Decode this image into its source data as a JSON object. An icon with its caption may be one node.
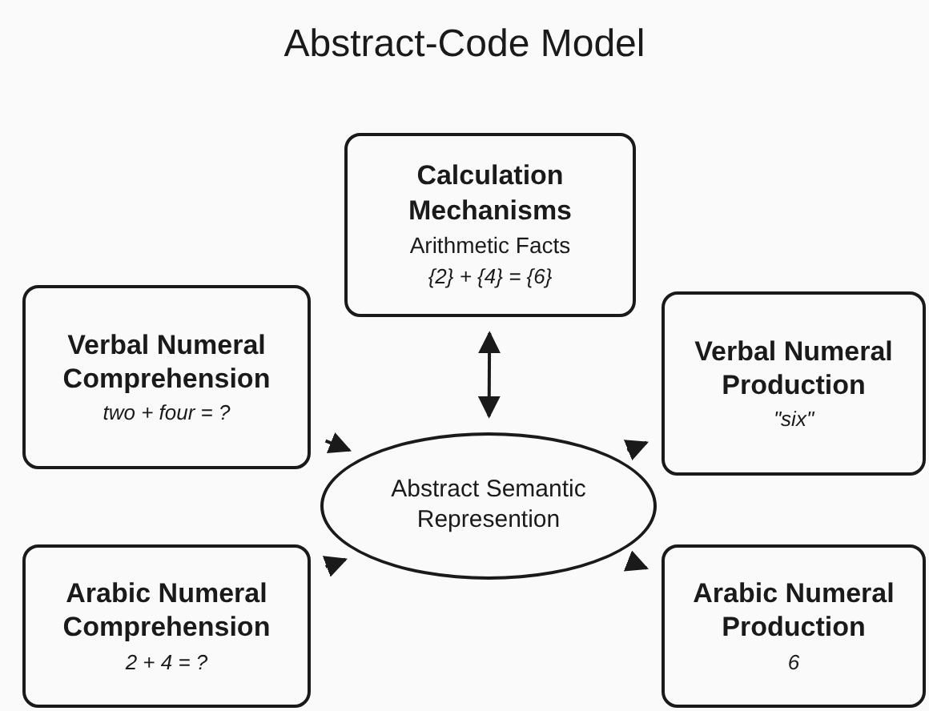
{
  "diagram": {
    "title": "Abstract-Code Model",
    "nodes": [
      {
        "text": [
          "Calculation Mechanisms",
          "Arithmetic Facts",
          "{2} + {4} = {6}"
        ]
      },
      {
        "text": [
          "Verbal Numeral Comprehension",
          "two + four = ?"
        ]
      },
      {
        "text": [
          "Verbal Numeral Production",
          "\"six\""
        ]
      },
      {
        "text": [
          "Abstract Semantic Represention"
        ]
      },
      {
        "text": [
          "Arabic Numeral Comprehension",
          "2 + 4 = ?"
        ]
      },
      {
        "text": [
          "Arabic Numeral Production",
          "6"
        ]
      }
    ],
    "edges": [
      {
        "from": 0,
        "to": 3,
        "arrow": "both"
      },
      {
        "from": 1,
        "to": 3,
        "arrow": "to"
      },
      {
        "from": 3,
        "to": 2,
        "arrow": "to"
      },
      {
        "from": 4,
        "to": 3,
        "arrow": "to"
      },
      {
        "from": 3,
        "to": 5,
        "arrow": "to"
      }
    ]
  }
}
